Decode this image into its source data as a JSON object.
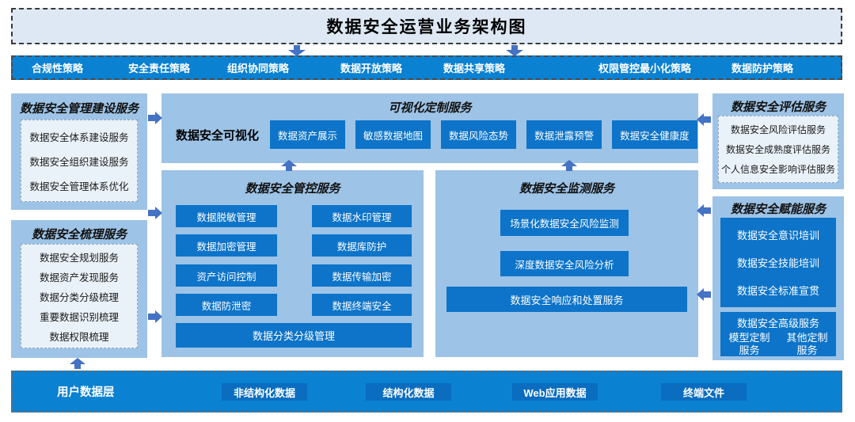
{
  "title": "数据安全运营业务架构图",
  "policy_bar": {
    "items": [
      "合规性策略",
      "安全责任策略",
      "组织协同策略",
      "数据开放策略",
      "数据共享策略",
      "权限管控最小化策略",
      "数据防护策略"
    ]
  },
  "left": {
    "mgmt": {
      "title": "数据安全管理建设服务",
      "items": [
        "数据安全体系建设服务",
        "数据安全组织建设服务",
        "数据安全管理体系优化"
      ]
    },
    "comb": {
      "title": "数据安全梳理服务",
      "items": [
        "数据安全规划服务",
        "数据资产发现服务",
        "数据分类分级梳理",
        "重要数据识别梳理",
        "数据权限梳理"
      ]
    }
  },
  "viz": {
    "title": "可视化定制服务",
    "label": "数据安全可视化",
    "chips": [
      "数据资产展示",
      "敏感数据地图",
      "数据风险态势",
      "数据泄露预警",
      "数据安全健康度"
    ]
  },
  "control": {
    "title": "数据安全管控服务",
    "left_chips": [
      "数据脱敏管理",
      "数据加密管理",
      "资产访问控制",
      "数据防泄密"
    ],
    "right_chips": [
      "数据水印管理",
      "数据库防护",
      "数据传输加密",
      "数据终端安全"
    ],
    "wide_chip": "数据分类分级管理"
  },
  "monitor": {
    "title": "数据安全监测服务",
    "chips": [
      "场景化数据安全风险监测",
      "深度数据安全风险分析"
    ],
    "wide_chip": "数据安全响应和处置服务"
  },
  "right": {
    "assess": {
      "title": "数据安全评估服务",
      "items": [
        "数据安全风险评估服务",
        "数据安全成熟度评估服务",
        "个人信息安全影响评估服务"
      ]
    },
    "enable": {
      "title": "数据安全赋能服务",
      "items": [
        "数据安全意识培训",
        "数据安全技能培训",
        "数据安全标准宣贯"
      ],
      "advanced": {
        "title": "数据安全高级服务",
        "subs": [
          "模型定制服务",
          "其他定制服务"
        ]
      }
    }
  },
  "bottom": {
    "label": "用户数据层",
    "chips": [
      "非结构化数据",
      "结构化数据",
      "Web应用数据",
      "终端文件"
    ]
  },
  "colors": {
    "bar_blue": "#0b81d1",
    "chip_blue": "#0d74c9",
    "panel_blue": "#9dc3e6",
    "inner_light": "#eaf2f9",
    "title_bg": "#dde8f4",
    "arrow_blue": "#4472c4"
  }
}
